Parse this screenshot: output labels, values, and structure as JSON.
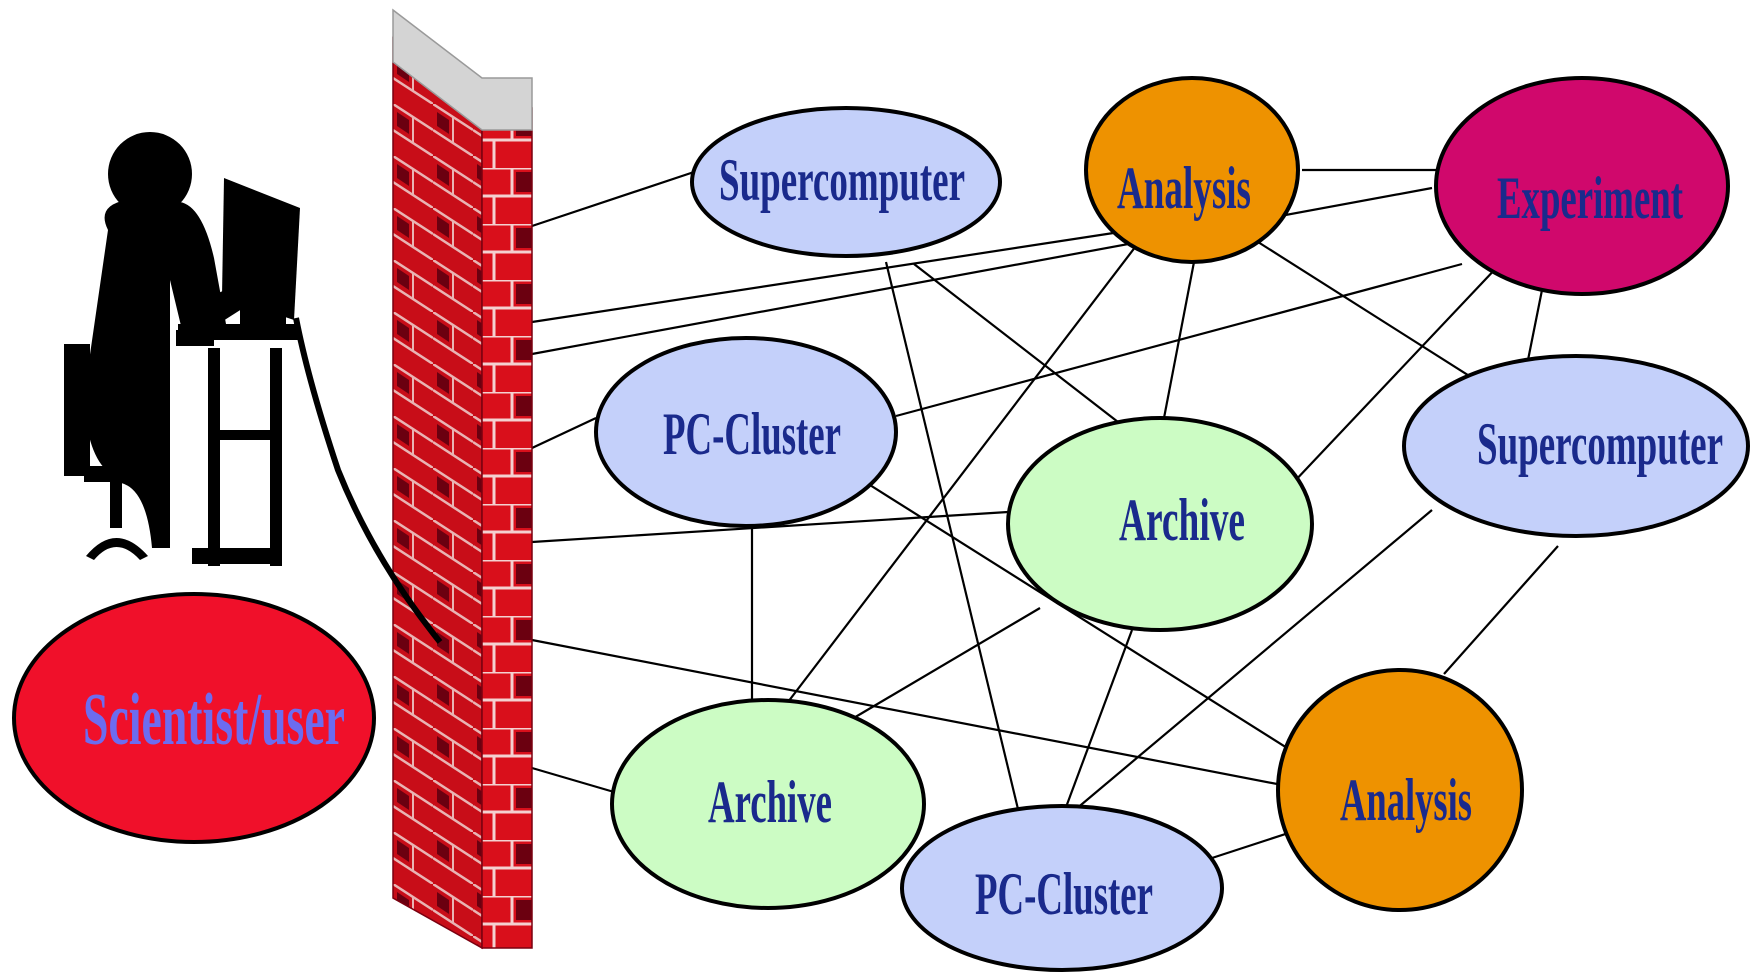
{
  "diagram": {
    "user": {
      "label": "Scientist/user",
      "color": "#f0102a"
    },
    "nodes": [
      {
        "id": "sc1",
        "label": "Supercomputer",
        "kind": "supercomputer"
      },
      {
        "id": "an1",
        "label": "Analysis",
        "kind": "analysis"
      },
      {
        "id": "ex1",
        "label": "Experiment",
        "kind": "experiment"
      },
      {
        "id": "pc1",
        "label": "PC-Cluster",
        "kind": "pc-cluster"
      },
      {
        "id": "ar1",
        "label": "Archive",
        "kind": "archive"
      },
      {
        "id": "sc2",
        "label": "Supercomputer",
        "kind": "supercomputer"
      },
      {
        "id": "ar2",
        "label": "Archive",
        "kind": "archive"
      },
      {
        "id": "an2",
        "label": "Analysis",
        "kind": "analysis"
      },
      {
        "id": "pc2",
        "label": "PC-Cluster",
        "kind": "pc-cluster"
      }
    ],
    "colors": {
      "supercomputer": "#c4d0fa",
      "pc-cluster": "#c4d0fa",
      "analysis": "#ee9200",
      "experiment": "#d0086c",
      "archive": "#ccfcc4",
      "label": "#1a2a8c",
      "brick": "#d90f1b",
      "brick_dark": "#6b0010",
      "wall_cap": "#d4d4d4"
    }
  }
}
